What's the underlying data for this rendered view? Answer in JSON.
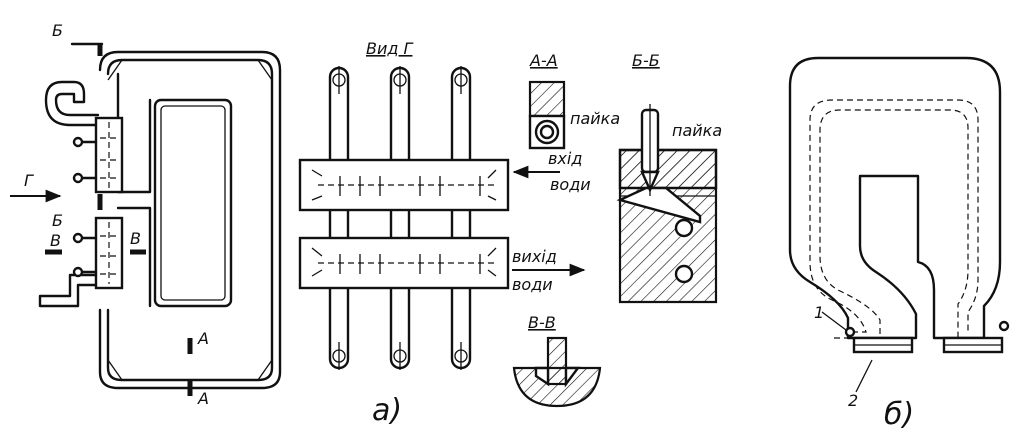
{
  "labels": {
    "b_top": "Б",
    "g_left": "Г",
    "b_mid": "Б",
    "v_left1": "В",
    "v_left2": "В",
    "a_mid": "А",
    "a_bottom": "А",
    "view_g": "Вид Г",
    "section_aa": "А-А",
    "section_bb": "Б-Б",
    "solder_1": "пайка",
    "solder_2": "пайка",
    "water_in_1": "вхід",
    "water_in_2": "води",
    "water_out_1": "вихід",
    "water_out_2": "води",
    "section_vv": "В-В",
    "caption_a": "а)",
    "caption_b": "б)",
    "num_1": "1",
    "num_2": "2"
  }
}
